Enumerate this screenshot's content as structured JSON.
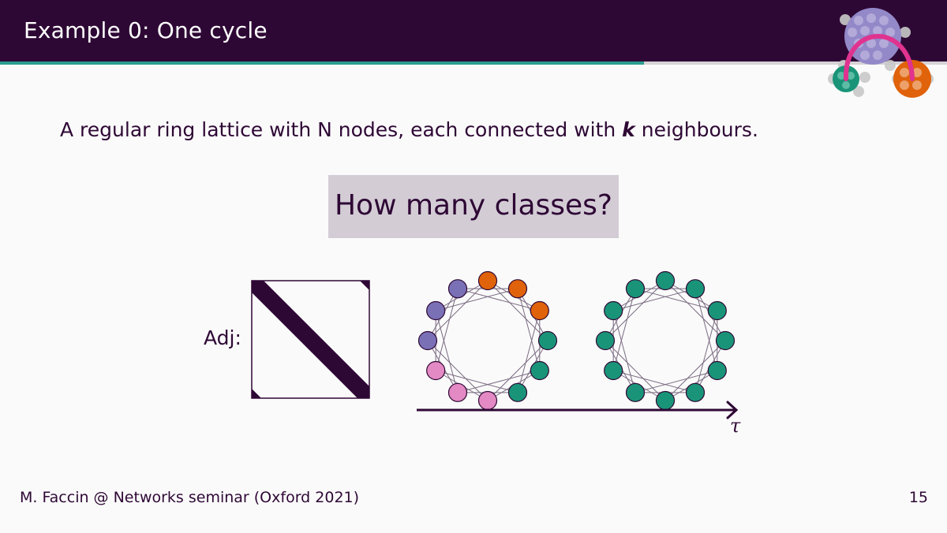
{
  "slide": {
    "title": "Example 0: One cycle",
    "progress_fraction": 0.68,
    "lead_before": "A regular ring lattice with N nodes, each connected with ",
    "lead_var": "k",
    "lead_after": " neighbours.",
    "question": "How many classes?",
    "adj_label": "Adj:",
    "axis_label": "τ"
  },
  "rings": {
    "node_count": 12,
    "left_node_colors": [
      "#e0620a",
      "#e0620a",
      "#e0620a",
      "#1a9478",
      "#1a9478",
      "#1a9478",
      "#e389c3",
      "#e389c3",
      "#e389c3",
      "#7a70b6",
      "#7a70b6",
      "#7a70b6"
    ],
    "right_node_color": "#1a9478",
    "edge_color": "#7a6b82"
  },
  "colors": {
    "header_bg": "#2e0835",
    "progress": "#2a9d8f",
    "box_bg": "#d3ccd5"
  },
  "footer": {
    "credit": "M. Faccin @ Networks seminar (Oxford 2021)",
    "page_number": "15"
  }
}
